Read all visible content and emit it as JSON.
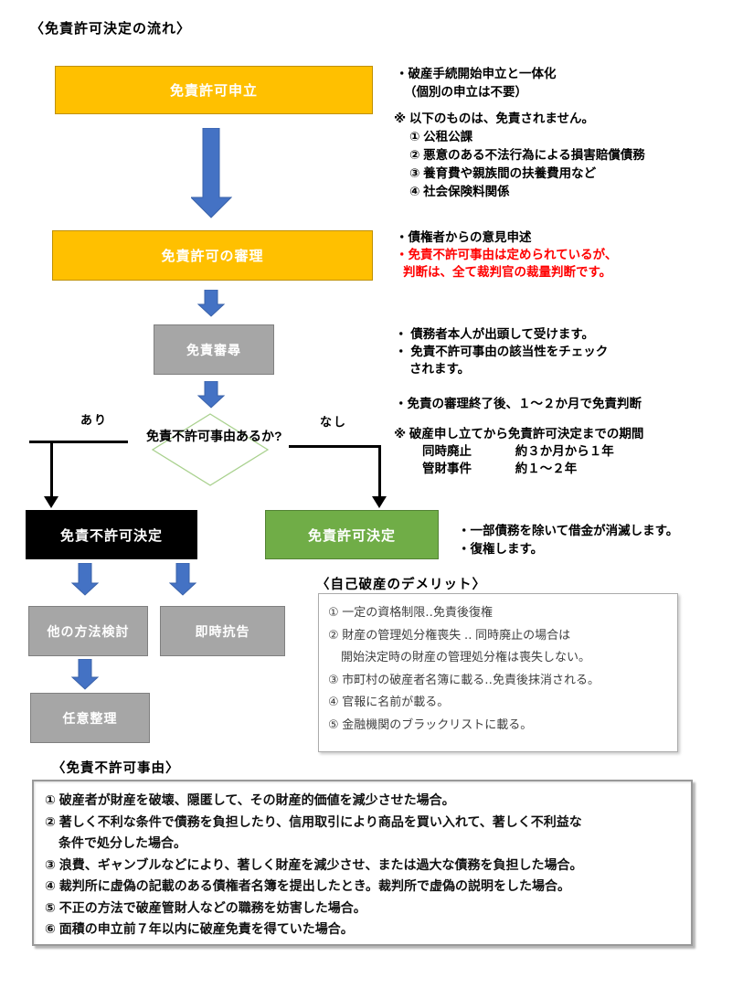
{
  "page": {
    "title": "〈免責許可決定の流れ〉"
  },
  "colors": {
    "accent_orange": "#FFC000",
    "accent_gray": "#A6A6A6",
    "accent_green": "#70AD47",
    "accent_blue_arrow": "#4472C4",
    "accent_red_text": "#FF0000",
    "diamond_outline": "#A9D18E",
    "deny_box_black": "#000000"
  },
  "flow": {
    "step_application": "免責許可申立",
    "step_examination": "免責許可の審理",
    "step_hearing": "免責審尋",
    "decision_question": "免責不許可事由あるか?",
    "branch_yes": "あり",
    "branch_no": "なし",
    "deny_decision": "免責不許可決定",
    "grant_decision": "免責許可決定",
    "other_method": "他の方法検討",
    "immediate_appeal": "即時抗告",
    "voluntary_arrangement": "任意整理"
  },
  "annotations": {
    "application": {
      "lines": [
        "・破産手続開始申立と一体化",
        "（個別の申立は不要）"
      ]
    },
    "exceptions": {
      "title": "※ 以下のものは、免責されません。",
      "items": [
        "① 公租公課",
        "② 悪意のある不法行為による損害賠償債務",
        "③ 養育費や親族間の扶養費用など",
        "④ 社会保険料関係"
      ]
    },
    "examination": {
      "black_line": "・債権者からの意見申述",
      "red_lines": [
        "・免責不許可事由は定められているが、",
        "判断は、全て裁判官の裁量判断です。"
      ]
    },
    "hearing": {
      "lines": [
        "・ 債務者本人が出頭して受けます。",
        "・ 免責不許可事由の該当性をチェック",
        "されます。"
      ]
    },
    "judgement": {
      "line": "・免責の審理終了後、１～２か月で免責判断"
    },
    "period": {
      "title": "※ 破産申し立てから免責許可決定までの期間",
      "rows": [
        {
          "label": "同時廃止",
          "value": "約３か月から１年"
        },
        {
          "label": "管財事件",
          "value": "約１～２年"
        }
      ]
    },
    "grant_notes": {
      "lines": [
        "・一部債務を除いて借金が消滅します。",
        "・復権します。"
      ]
    }
  },
  "demerit": {
    "heading": "〈自己破産のデメリット〉",
    "lines": [
      "① 一定の資格制限‥免責後復権",
      "② 財産の管理処分権喪失 ‥ 同時廃止の場合は",
      "開始決定時の財産の管理処分権は喪失しない。",
      "③ 市町村の破産者名簿に載る‥免責後抹消される。",
      "④ 官報に名前が載る。",
      "⑤ 金融機関のブラックリストに載る。"
    ]
  },
  "grounds": {
    "heading": "〈免責不許可事由〉",
    "lines": [
      "① 破産者が財産を破壊、隠匿して、その財産的価値を減少させた場合。",
      "② 著しく不利な条件で債務を負担したり、信用取引により商品を買い入れて、著しく不利益な",
      "条件で処分した場合。",
      "③ 浪費、ギャンブルなどにより、著しく財産を減少させ、または過大な債務を負担した場合。",
      "④ 裁判所に虚偽の記載のある債権者名簿を提出したとき。裁判所で虚偽の説明をした場合。",
      "⑤ 不正の方法で破産管財人などの職務を妨害した場合。",
      "⑥ 面積の申立前７年以内に破産免責を得ていた場合。"
    ]
  }
}
